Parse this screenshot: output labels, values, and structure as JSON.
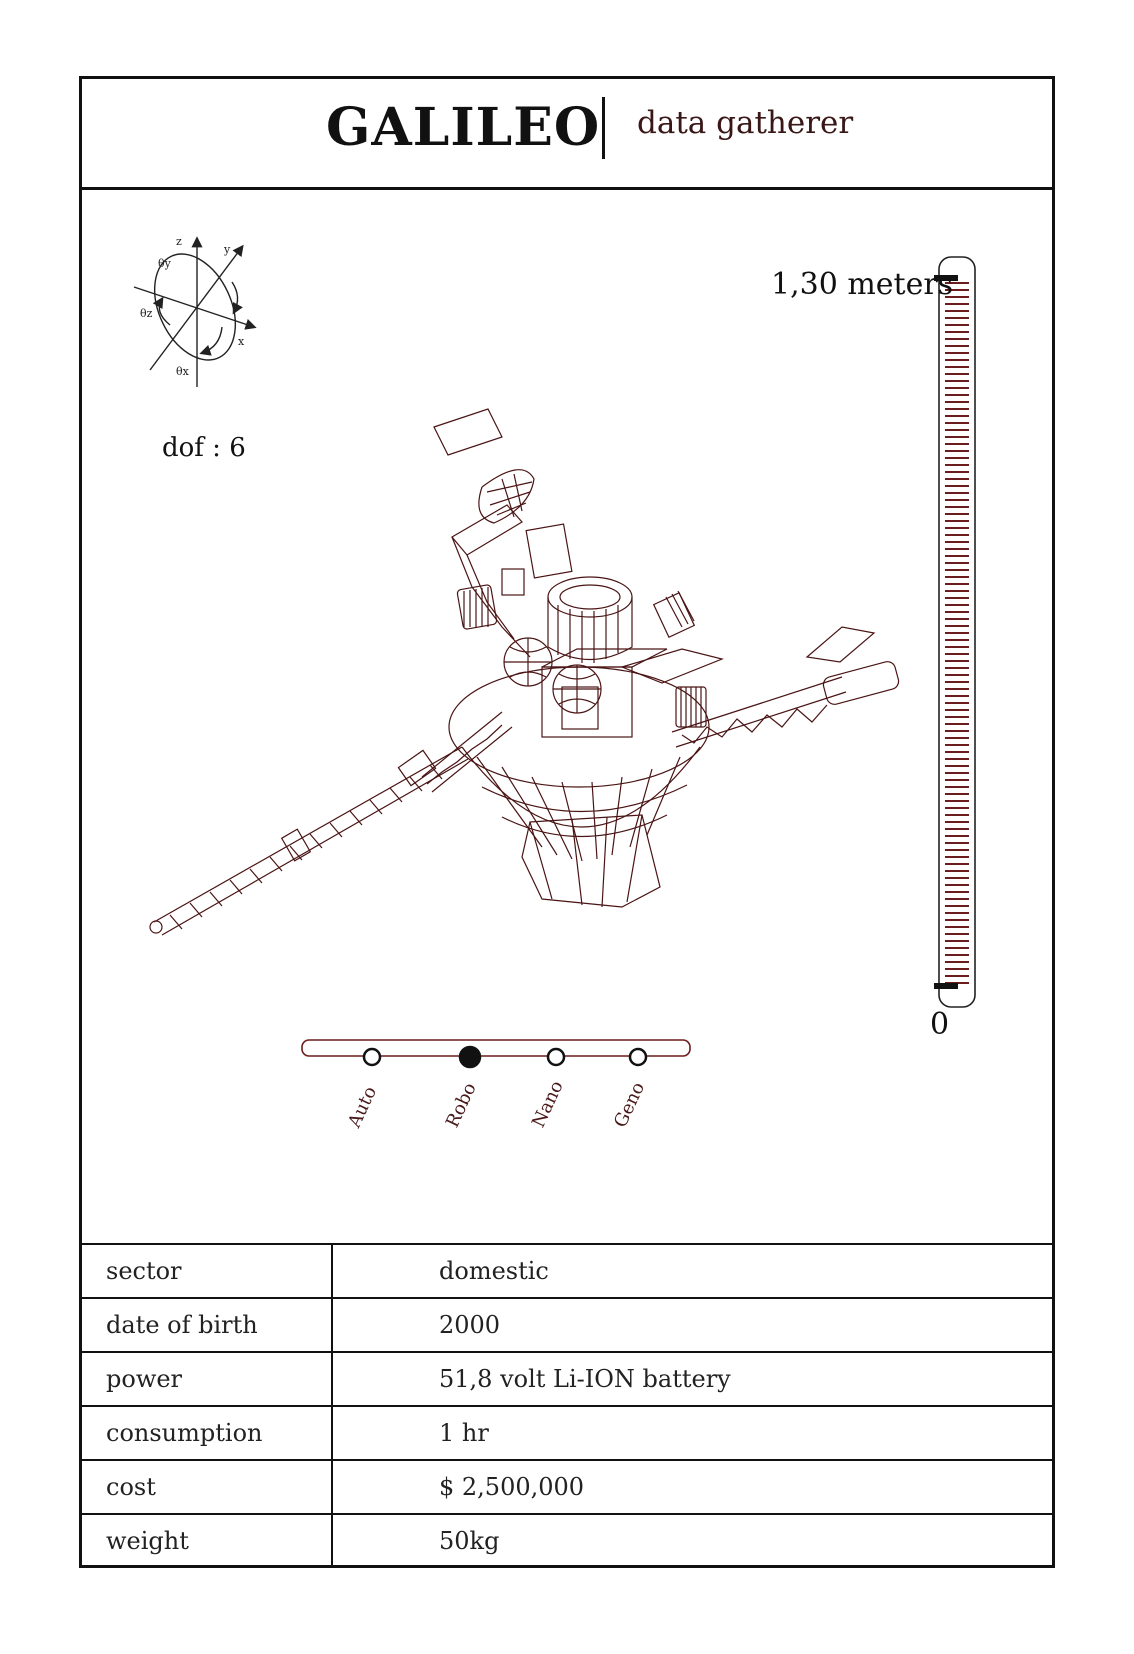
{
  "header": {
    "title": "GALILEO",
    "subtitle": "data gatherer"
  },
  "axes_diagram": {
    "labels": {
      "z": "z",
      "y": "y",
      "x": "x",
      "oy": "θy",
      "oz": "θz",
      "ox": "θx"
    },
    "dof_label": "dof : 6"
  },
  "height_scale": {
    "top_label": "1,30 meters",
    "bottom_label": "0",
    "max_fraction": 1.0
  },
  "mode_selector": {
    "options": [
      "Auto",
      "Robo",
      "Nano",
      "Geno"
    ],
    "selected": "Robo"
  },
  "specs": [
    {
      "key": "sector",
      "value": "domestic"
    },
    {
      "key": "date of birth",
      "value": "2000"
    },
    {
      "key": "power",
      "value": "51,8 volt Li-ION battery"
    },
    {
      "key": "consumption",
      "value": "1 hr"
    },
    {
      "key": "cost",
      "value": "$ 2,500,000"
    },
    {
      "key": "weight",
      "value": "50kg"
    }
  ],
  "colors": {
    "line": "#4a1414",
    "border": "#111111"
  }
}
